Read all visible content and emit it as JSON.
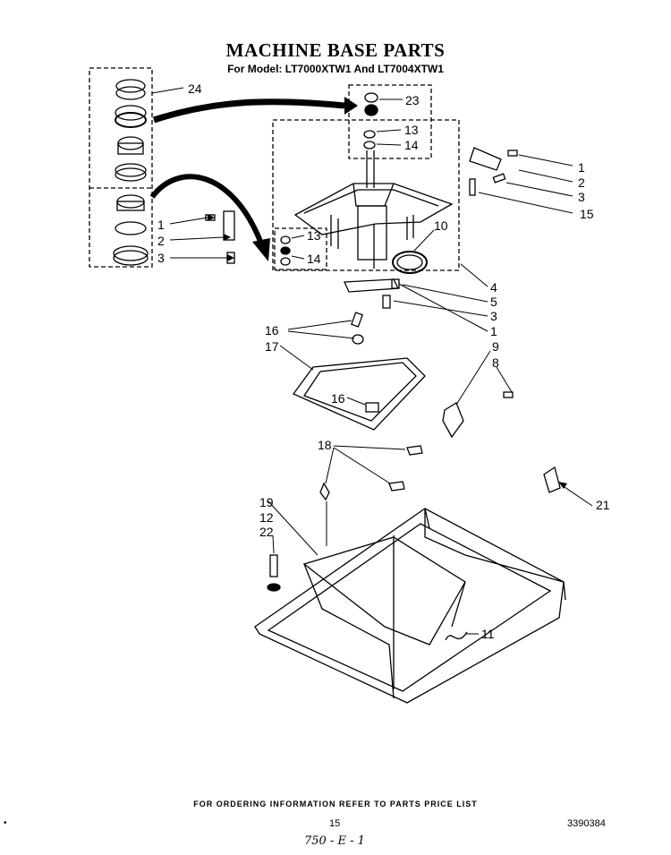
{
  "header": {
    "title": "MACHINE BASE PARTS",
    "subtitle": "For Model: LT7000XTW1 And LT7004XTW1"
  },
  "callouts": {
    "c24": "24",
    "c23": "23",
    "c13a": "13",
    "c14a": "14",
    "c1a": "1",
    "c2a": "2",
    "c3a": "3",
    "c15": "15",
    "c1b": "1",
    "c2b": "2",
    "c3b": "3",
    "c13b": "13",
    "c14b": "14",
    "c10": "10",
    "c4": "4",
    "c5": "5",
    "c3c": "3",
    "c1c": "1",
    "c16a": "16",
    "c17": "17",
    "c16b": "16",
    "c9": "9",
    "c8": "8",
    "c18": "18",
    "c21": "21",
    "c19": "19",
    "c12": "12",
    "c22": "22",
    "c11": "11"
  },
  "footer": {
    "note": "FOR ORDERING INFORMATION REFER TO PARTS PRICE LIST",
    "page_number": "15",
    "document_number": "3390384",
    "handwritten": "750 - E - 1",
    "margin_mark": "•"
  }
}
